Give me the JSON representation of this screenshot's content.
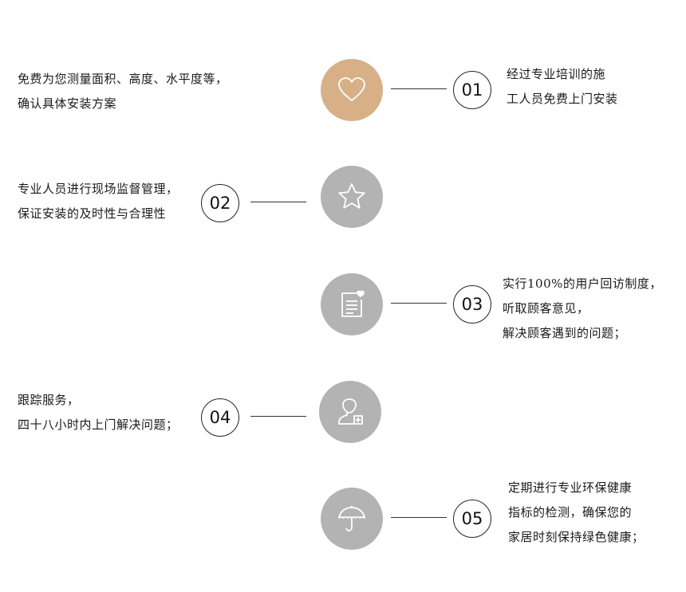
{
  "steps": [
    {
      "number": "01",
      "icon": "heart-icon",
      "lines": [
        "经过专业培训的施",
        "工人员免费上门安装"
      ],
      "left_text": [
        "免费为您测量面积、高度、水平度等，",
        "确认具体安装方案"
      ]
    },
    {
      "number": "02",
      "icon": "star-icon",
      "lines": [
        "专业人员进行现场监督管理，",
        "保证安装的及时性与合理性"
      ]
    },
    {
      "number": "03",
      "icon": "note-icon",
      "lines": [
        "实行100%的用户回访制度，",
        "听取顾客意见，",
        "解决顾客遇到的问题；"
      ]
    },
    {
      "number": "04",
      "icon": "user-plus-icon",
      "lines": [
        "跟踪服务，",
        "四十八小时内上门解决问题；"
      ]
    },
    {
      "number": "05",
      "icon": "umbrella-icon",
      "lines": [
        "定期进行专业环保健康",
        "指标的检测，确保您的",
        "家居时刻保持绿色健康；"
      ]
    }
  ],
  "colors": {
    "accent": "#d7b088",
    "icon_bg": "#b3b3b3",
    "text": "#1a1a1a"
  }
}
